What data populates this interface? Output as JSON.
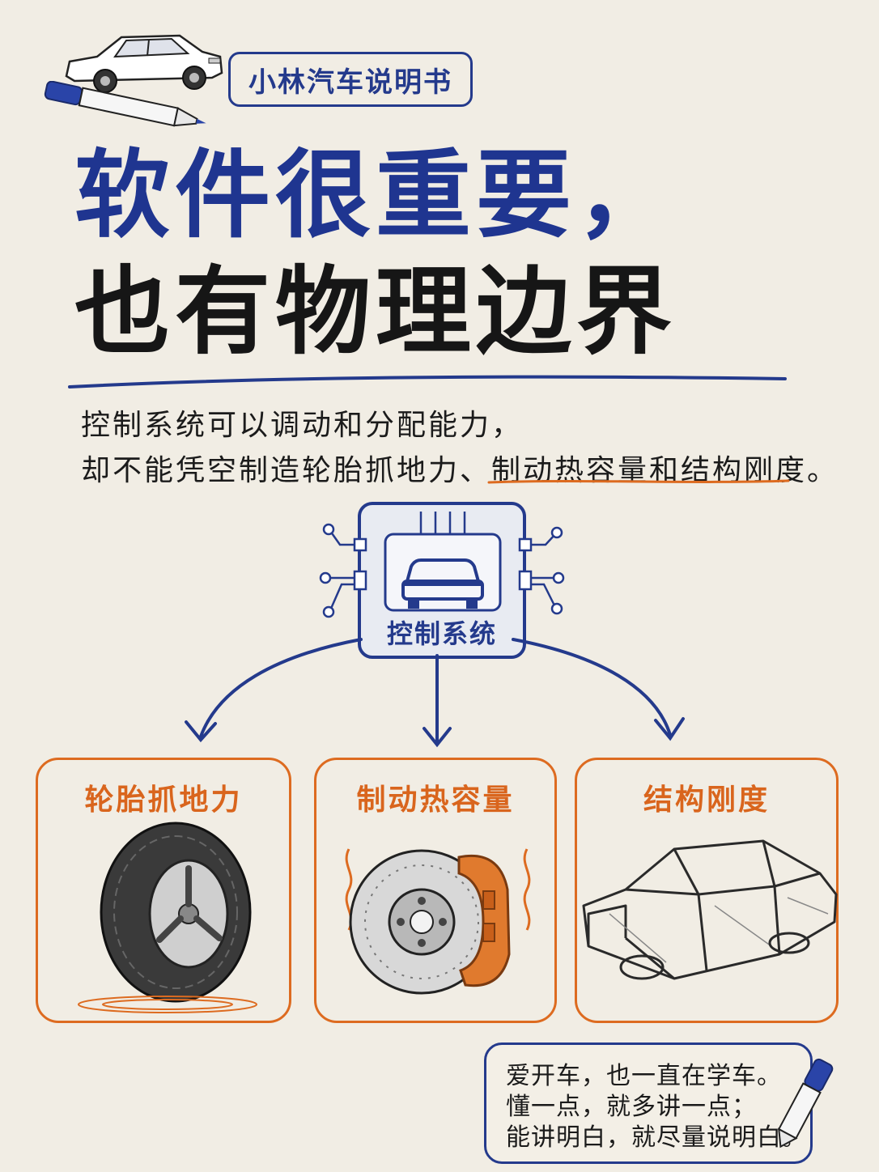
{
  "header": {
    "tag": "小林汽车说明书"
  },
  "title": {
    "line1": "软件很重要，",
    "line2": "也有物理边界"
  },
  "description": {
    "line1": "控制系统可以调动和分配能力，",
    "line2_plain": "却不能凭空制造轮胎抓地力、",
    "line2_underlined": "制动热容量和结构刚度。"
  },
  "center_node": {
    "label": "控制系统"
  },
  "cards": [
    {
      "title": "轮胎抓地力",
      "icon": "tire-icon"
    },
    {
      "title": "制动热容量",
      "icon": "brake-disc-icon"
    },
    {
      "title": "结构刚度",
      "icon": "car-body-frame-icon"
    }
  ],
  "note": {
    "lines": [
      "爱开车，也一直在学车。",
      "懂一点，就多讲一点；",
      "能讲明白，就尽量说明白。"
    ]
  },
  "colors": {
    "blue": "#243a8c",
    "orange": "#dd6b20",
    "paper": "#f1ede4",
    "ink": "#161616"
  }
}
